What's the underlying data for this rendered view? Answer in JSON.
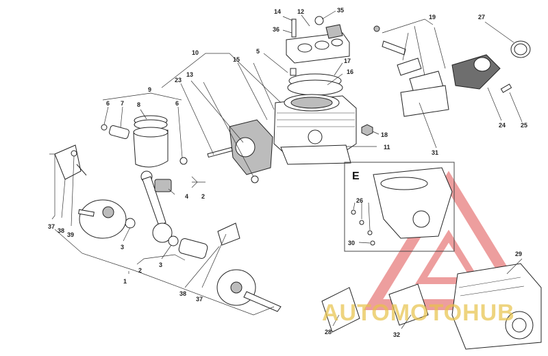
{
  "diagram": {
    "inset_letter": "E",
    "callouts": {
      "c1": "1",
      "c2": "2",
      "c2b": "2",
      "c3a": "3",
      "c3b": "3",
      "c4": "4",
      "c5": "5",
      "c6a": "6",
      "c6b": "6",
      "c7": "7",
      "c8": "8",
      "c9": "9",
      "c10": "10",
      "c11": "11",
      "c12": "12",
      "c13": "13",
      "c14": "14",
      "c15": "15",
      "c16": "16",
      "c17": "17",
      "c18": "18",
      "c19": "19",
      "c23": "23",
      "c24": "24",
      "c25": "25",
      "c26": "26",
      "c27": "27",
      "c28": "28",
      "c29": "29",
      "c30": "30",
      "c31": "31",
      "c32": "32",
      "c35": "35",
      "c36": "36",
      "c37a": "37",
      "c37b": "37",
      "c38a": "38",
      "c38b": "38",
      "c39": "39"
    }
  },
  "watermark": {
    "text": "AUTOMOTOHUB",
    "colors": {
      "triangle": "#e05050",
      "text_light": "#e8c24a",
      "text_dark": "#7a7a7a"
    }
  }
}
